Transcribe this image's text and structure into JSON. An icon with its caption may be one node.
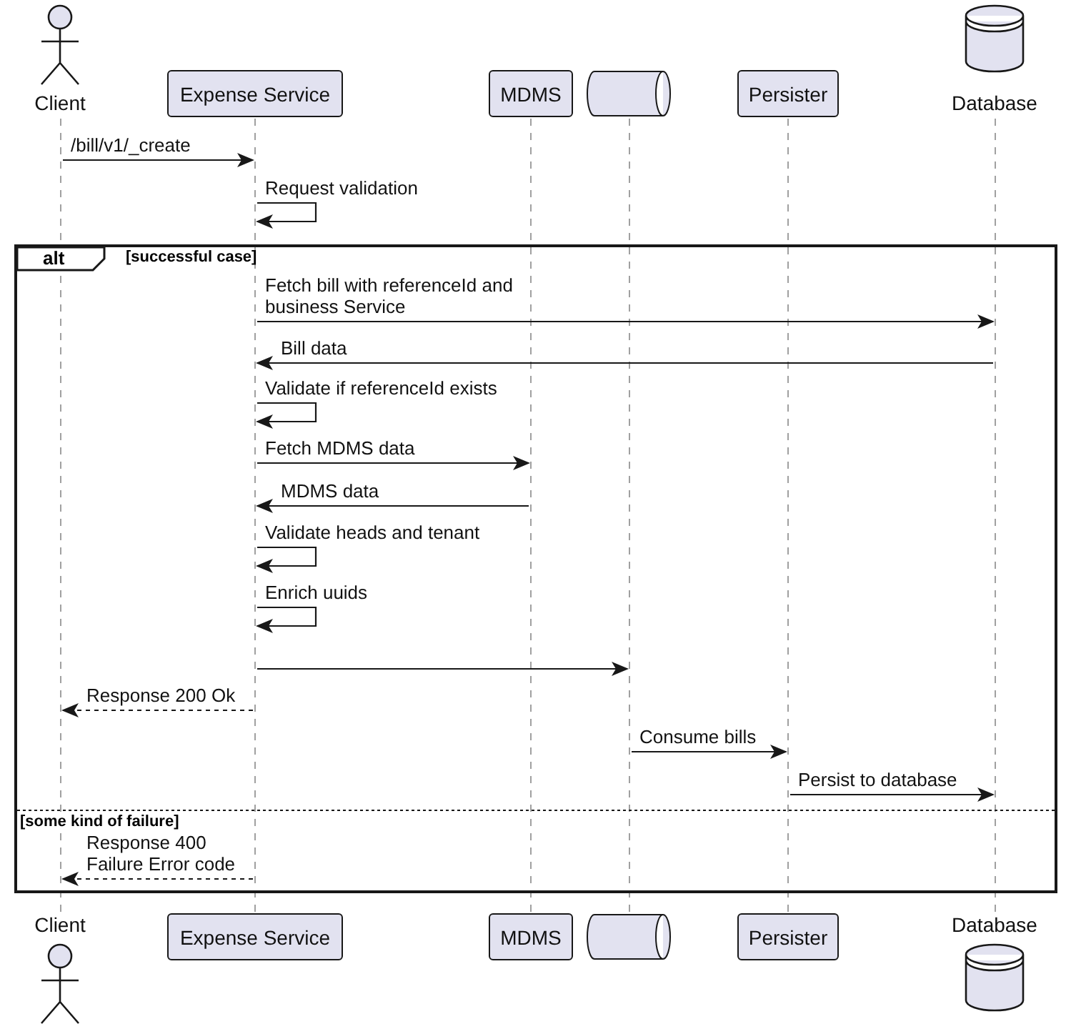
{
  "diagram": {
    "nodes": [
      {
        "text": [
          "Client"
        ]
      },
      {
        "text": [
          "Expense Service"
        ]
      },
      {
        "text": [
          "MDMS"
        ]
      },
      {
        "text": [],
        "shape": "cylinder"
      },
      {
        "text": [
          "Persister"
        ]
      },
      {
        "text": [
          "Database"
        ]
      },
      {
        "text": [],
        "shape": "line"
      },
      {
        "text": [],
        "shape": "line"
      },
      {
        "text": [],
        "shape": "line"
      },
      {
        "text": [],
        "shape": "line"
      },
      {
        "text": [],
        "shape": "line"
      },
      {
        "text": [],
        "shape": "line"
      },
      {
        "text": [
          "Client"
        ]
      },
      {
        "text": [
          "Expense Service"
        ]
      },
      {
        "text": [
          "MDMS"
        ]
      },
      {
        "text": [],
        "shape": "cylinder"
      },
      {
        "text": [
          "Persister"
        ]
      },
      {
        "text": [
          "Database"
        ]
      }
    ],
    "edges": [
      {
        "from": 6,
        "to": 7,
        "arrow": "to",
        "label": "/bill/v1/_create"
      },
      {
        "from": 7,
        "to": 7,
        "arrow": "to",
        "label": "Request validation"
      },
      {
        "from": 7,
        "to": 11,
        "arrow": "to",
        "label": "Fetch bill with referenceId and business Service"
      },
      {
        "from": 11,
        "to": 7,
        "arrow": "to",
        "label": "Bill data"
      },
      {
        "from": 7,
        "to": 7,
        "arrow": "to",
        "label": "Validate if referenceId exists"
      },
      {
        "from": 7,
        "to": 8,
        "arrow": "to",
        "label": "Fetch MDMS data"
      },
      {
        "from": 8,
        "to": 7,
        "arrow": "to",
        "label": "MDMS data"
      },
      {
        "from": 7,
        "to": 7,
        "arrow": "to",
        "label": "Validate heads and tenant"
      },
      {
        "from": 7,
        "to": 7,
        "arrow": "to",
        "label": "Enrich uuids"
      },
      {
        "from": 7,
        "to": 9,
        "arrow": "to"
      },
      {
        "from": 7,
        "to": 6,
        "arrow": "to",
        "label": "Response 200 Ok",
        "style": "dashed"
      },
      {
        "from": 9,
        "to": 10,
        "arrow": "to",
        "label": "Consume bills"
      },
      {
        "from": 10,
        "to": 11,
        "arrow": "to",
        "label": "Persist to database"
      },
      {
        "from": 7,
        "to": 6,
        "arrow": "to",
        "label": "Response 400 Failure Error code",
        "style": "dashed"
      }
    ],
    "labels": [
      "alt",
      "[successful case]",
      "[some kind of failure]"
    ]
  }
}
